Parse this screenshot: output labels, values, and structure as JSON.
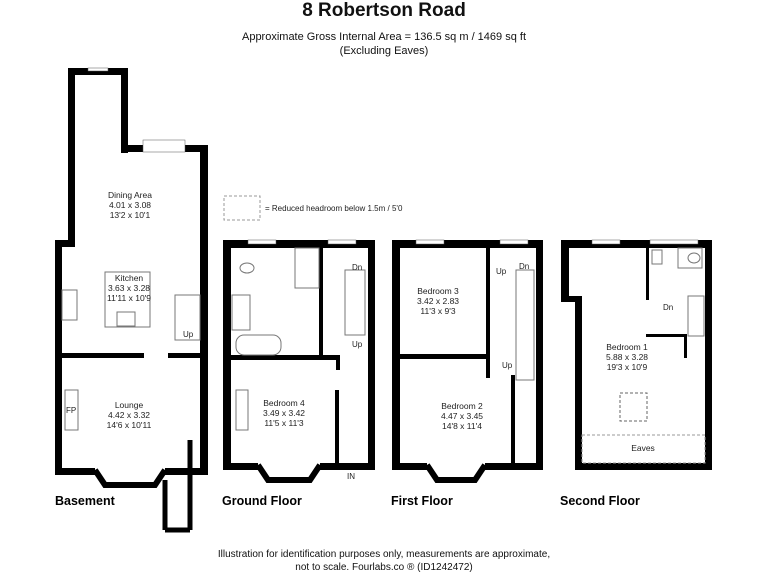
{
  "header": {
    "title": "8 Robertson Road",
    "area": "Approximate Gross Internal Area = 136.5 sq m / 1469 sq ft",
    "note": "(Excluding Eaves)"
  },
  "legend": {
    "label": "= Reduced headroom below 1.5m / 5'0"
  },
  "floors": [
    {
      "label": "Basement",
      "rooms": [
        {
          "name": "Dining Area",
          "metric": "4.01 x 3.08",
          "imperial": "13'2 x 10'1"
        },
        {
          "name": "Kitchen",
          "metric": "3.63 x 3.28",
          "imperial": "11'11 x 10'9"
        },
        {
          "name": "Lounge",
          "metric": "4.42 x 3.32",
          "imperial": "14'6 x 10'11"
        }
      ],
      "marks": {
        "fp": "FP",
        "up": "Up"
      }
    },
    {
      "label": "Ground Floor",
      "rooms": [
        {
          "name": "Bedroom 4",
          "metric": "3.49 x 3.42",
          "imperial": "11'5 x 11'3"
        }
      ],
      "marks": {
        "dn": "Dn",
        "up": "Up",
        "in": "IN"
      }
    },
    {
      "label": "First Floor",
      "rooms": [
        {
          "name": "Bedroom 3",
          "metric": "3.42 x 2.83",
          "imperial": "11'3 x 9'3"
        },
        {
          "name": "Bedroom 2",
          "metric": "4.47 x 3.45",
          "imperial": "14'8 x 11'4"
        }
      ],
      "marks": {
        "up1": "Up",
        "dn": "Dn",
        "up2": "Up"
      }
    },
    {
      "label": "Second Floor",
      "rooms": [
        {
          "name": "Bedroom 1",
          "metric": "5.88 x 3.28",
          "imperial": "19'3 x 10'9"
        },
        {
          "name": "Eaves"
        }
      ],
      "marks": {
        "dn": "Dn"
      }
    }
  ],
  "footer": {
    "line1": "Illustration for identification purposes only, measurements are approximate,",
    "line2": "not to scale. Fourlabs.co ® (ID1242472)"
  }
}
